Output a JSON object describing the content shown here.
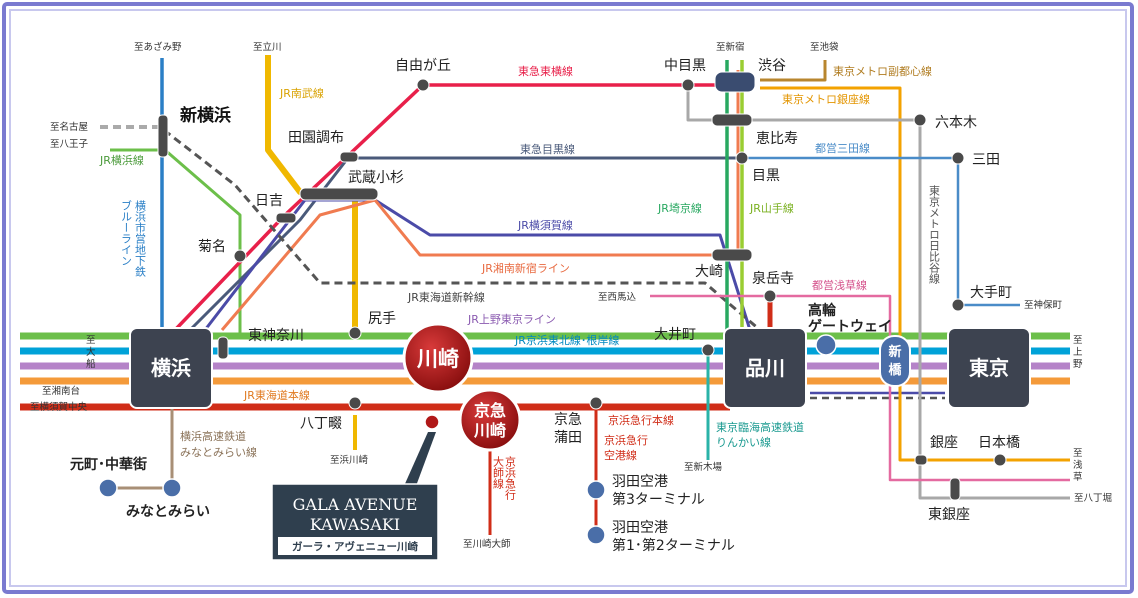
{
  "colors": {
    "frame": "#6f6fc8",
    "tokyu_toyoko": "#e8204a",
    "tokyu_meguro": "#4a5a7a",
    "jr_nambu": "#f0b800",
    "jr_yokohama": "#6cbf4a",
    "blue_line": "#2a7fc6",
    "jr_yokosuka": "#4b4ba8",
    "jr_shonan": "#f07b50",
    "tokaido_shinkansen": "#555555",
    "ueno_tokyo": "#b583c8",
    "keihin_tohoku": "#00a2d8",
    "tokaido": "#f49a3a",
    "keikyu": "#d02d18",
    "rinkai": "#2ab3a8",
    "minatomirai": "#a88f76",
    "fukutoshin": "#b8862e",
    "ginza": "#f3a200",
    "mita": "#4a8cc8",
    "asakusa": "#e46aa0",
    "hibiya": "#a8a8a8",
    "saikyo": "#28a860",
    "yamanote": "#9acd32",
    "major_station": "#3d4350",
    "kawasaki_red": "#b01818"
  },
  "stations": {
    "yokohama": "横浜",
    "shinagawa": "品川",
    "tokyo": "東京",
    "kawasaki": "川崎",
    "keikyu_kawasaki_1": "京急",
    "keikyu_kawasaki_2": "川崎",
    "shin_yokohama": "新横浜",
    "kikuna": "菊名",
    "hiyoshi": "日吉",
    "musashi_kosugi": "武蔵小杉",
    "denenchofu": "田園調布",
    "jiyugaoka": "自由が丘",
    "nakameguro": "中目黒",
    "shibuya": "渋谷",
    "ebisu": "恵比寿",
    "meguro": "目黒",
    "osaki": "大崎",
    "sengakuji": "泉岳寺",
    "takanawa_1": "高輪",
    "takanawa_2": "ゲートウェイ",
    "shimbashi_1": "新",
    "shimbashi_2": "橋",
    "roppongi": "六本木",
    "mita": "三田",
    "otemachi": "大手町",
    "higashi_kanagawa": "東神奈川",
    "shiriteza": "尻手",
    "oimachi": "大井町",
    "hatchonawate": "八丁畷",
    "keikyu_kamata_1": "京急",
    "keikyu_kamata_2": "蒲田",
    "haneda_t3_1": "羽田空港",
    "haneda_t3_2": "第3ターミナル",
    "haneda_t12_1": "羽田空港",
    "haneda_t12_2": "第1･第2ターミナル",
    "ginza": "銀座",
    "nihombashi": "日本橋",
    "higashi_ginza": "東銀座",
    "motomachi": "元町･中華街",
    "minatomirai": "みなとみらい"
  },
  "lines": {
    "tokyu_toyoko": "東急東横線",
    "jr_nambu": "JR南武線",
    "tokyu_meguro": "東急目黒線",
    "jr_yokohama": "JR横浜線",
    "blue_line": "横浜市営地下鉄ブルーライン",
    "jr_yokosuka": "JR横須賀線",
    "jr_shonan": "JR湘南新宿ライン",
    "tokaido_shinkansen": "JR東海道新幹線",
    "jr_ueno_tokyo": "JR上野東京ライン",
    "jr_keihin_tohoku": "JR京浜東北線･根岸線",
    "jr_tokaido": "JR東海道本線",
    "keikyu_main": "京浜急行本線",
    "keikyu_airport": "京浜急行空港線",
    "keikyu_daishi": "京浜急行大師線",
    "rinkai": "東京臨海高速鉄道りんかい線",
    "minatomirai": "横浜高速鉄道みなとみらい線",
    "fukutoshin": "東京メトロ副都心線",
    "ginza": "東京メトロ銀座線",
    "mita": "都営三田線",
    "asakusa": "都営浅草線",
    "hibiya": "東京メトロ日比谷線",
    "saikyo": "JR埼京線",
    "yamanote": "JR山手線"
  },
  "destinations": {
    "azamino": "至あざみ野",
    "tachikawa": "至立川",
    "shinjuku": "至新宿",
    "ikebukuro": "至池袋",
    "nagoya": "至名古屋",
    "hachioji": "至八王子",
    "ofuna_1": "至",
    "ofuna_2": "大",
    "ofuna_3": "船",
    "shonandai": "至湘南台",
    "yokosuka_chuo": "至横須賀中央",
    "nishi_umagome": "至西馬込",
    "hamakawasaki": "至浜川崎",
    "shinkiba": "至新木場",
    "kawasaki_daishi": "至川崎大師",
    "jimbocho": "至神保町",
    "ueno_1": "至",
    "ueno_2": "上",
    "ueno_3": "野",
    "asakusa_1": "至",
    "asakusa_2": "浅",
    "asakusa_3": "草",
    "hatchobori": "至八丁堀"
  },
  "property": {
    "name_line1": "GALA AVENUE",
    "name_line2": "KAWASAKI",
    "name_kana": "ガーラ・アヴェニュー川崎"
  }
}
